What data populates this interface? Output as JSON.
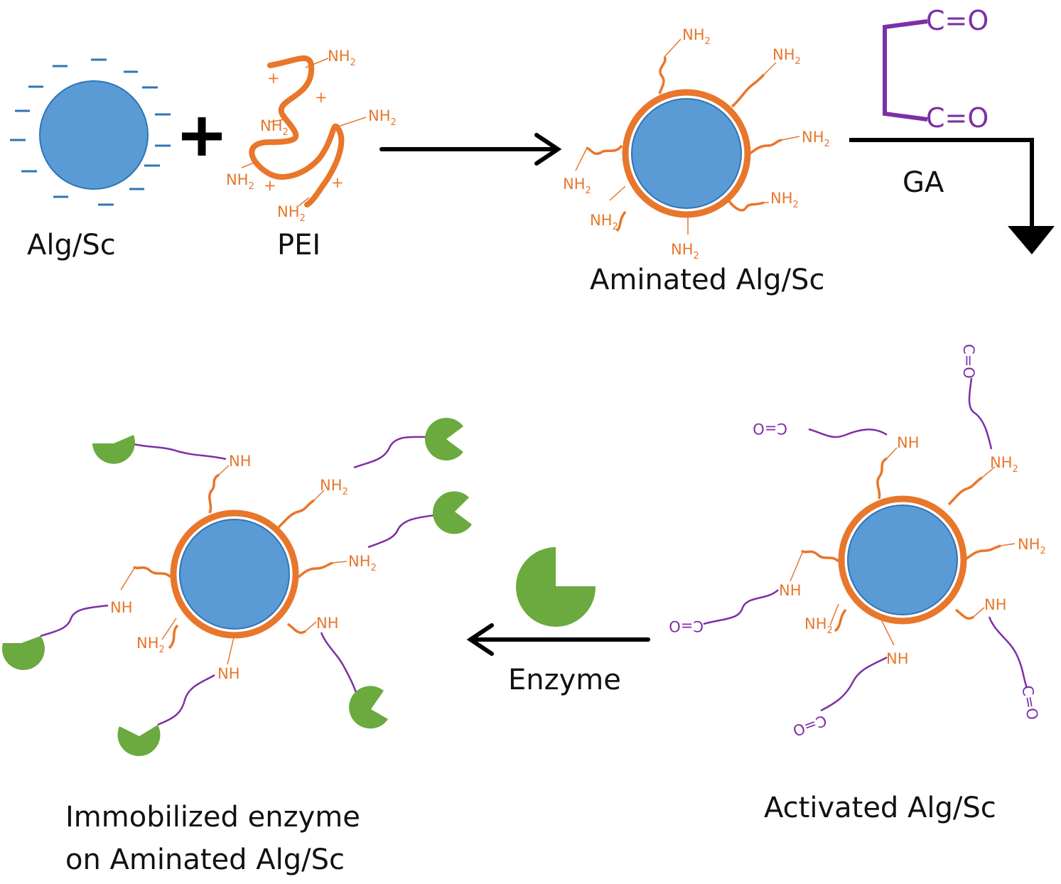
{
  "labels": {
    "alg_sc": "Alg/Sc",
    "pei": "PEI",
    "aminated": "Aminated Alg/Sc",
    "ga": "GA",
    "activated": "Activated Alg/Sc",
    "enzyme": "Enzyme",
    "immobilized_line1": "Immobilized enzyme",
    "immobilized_line2": "on Aminated Alg/Sc"
  },
  "chem": {
    "nh": "NH",
    "nh2_base": "NH",
    "nh2_sub": "2",
    "carbonyl": "C=O",
    "plus": "+",
    "minus": "–"
  },
  "colors": {
    "bead_fill": "#5b9bd5",
    "bead_stroke": "#2e75b6",
    "pei_orange": "#e8762b",
    "linker_purple": "#7d2fa5",
    "enzyme_green": "#6aaa3e",
    "arrow_black": "#000000"
  }
}
